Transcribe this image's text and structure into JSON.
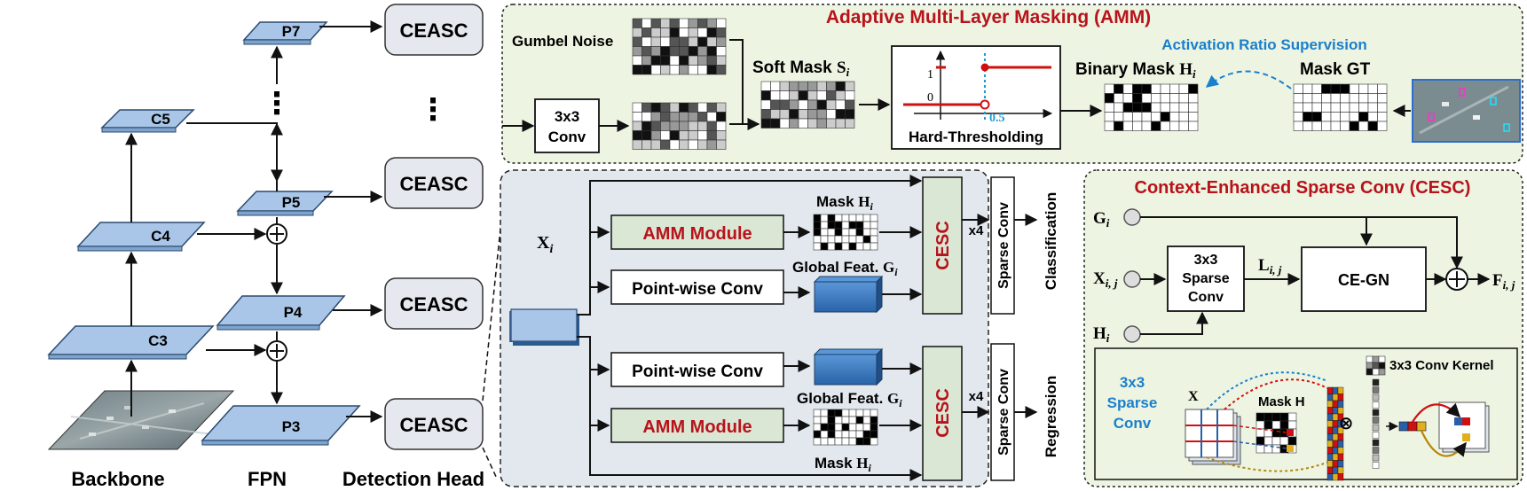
{
  "colors": {
    "layer_fill": "#a9c6e8",
    "layer_stroke": "#2b4a6f",
    "head_fill": "#e5e8ee",
    "amm_panel_fill": "#edf5e2",
    "head_panel_fill": "#e3e8ef",
    "cesc_fill": "#dbe7d5",
    "red_accent": "#b8121a",
    "blue_accent": "#1a7fcc",
    "feat_blue": "#3b78c2"
  },
  "left": {
    "backbone_label": "Backbone",
    "fpn_label": "FPN",
    "detection_head_label": "Detection Head",
    "layers": {
      "c3": "C3",
      "c4": "C4",
      "c5": "C5",
      "p3": "P3",
      "p4": "P4",
      "p5": "P5",
      "p7": "P7"
    },
    "heads": [
      "CEASC",
      "CEASC",
      "CEASC",
      "CEASC"
    ],
    "plus_symbol": "⊕",
    "ellipsis": "⋮"
  },
  "amm": {
    "title": "Adaptive Multi-Layer Masking (AMM)",
    "gumbel_noise": "Gumbel Noise",
    "conv3x3_line1": "3x3",
    "conv3x3_line2": "Conv",
    "soft_mask": "Soft Mask",
    "soft_mask_sym": "S",
    "hard_thresholding": "Hard-Thresholding",
    "tick_one": "1",
    "tick_zero": "0",
    "tick_half": "0.5",
    "binary_mask": "Binary Mask",
    "binary_mask_sym": "H",
    "mask_gt": "Mask GT",
    "activation_ratio": "Activation Ratio Supervision"
  },
  "head": {
    "x_sym": "X",
    "amm_module": "AMM Module",
    "pointwise_conv": "Point-wise Conv",
    "mask_label": "Mask",
    "mask_sym": "H",
    "global_feat": "Global Feat.",
    "global_feat_sym": "G",
    "cesc": "CESC",
    "x4": "x4",
    "sparse_conv": "Sparse Conv",
    "classification": "Classification",
    "regression": "Regression",
    "sub_i": "i"
  },
  "cesc_panel": {
    "title": "Context-Enhanced Sparse Conv (CESC)",
    "g_sym": "G",
    "x_sym": "X",
    "xsub": "i, j",
    "h_sym": "H",
    "sparse_line1": "3x3",
    "sparse_line2": "Sparse",
    "sparse_line3": "Conv",
    "l_sym": "L",
    "cegn": "CE-GN",
    "f_sym": "F",
    "inset_label_line1": "3x3",
    "inset_label_line2": "Sparse",
    "inset_label_line3": "Conv",
    "inset_x": "X",
    "inset_mask": "Mask H",
    "inset_kernel": "3x3 Conv Kernel",
    "otimes": "⊗"
  }
}
